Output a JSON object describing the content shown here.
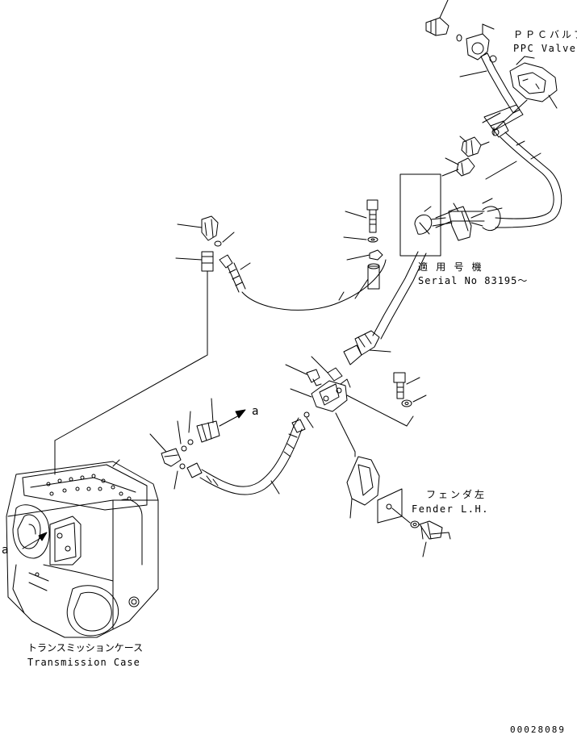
{
  "labels": {
    "ppc_valve_jp": "ＰＰＣバルブ",
    "ppc_valve_en": "PPC Valve",
    "serial_jp": "適 用 号 機",
    "serial_en": "Serial No 83195～",
    "fender_jp": "フェンダ左",
    "fender_en": "Fender L.H.",
    "trans_case_jp": "トランスミッションケース",
    "trans_case_en": "Transmission Case",
    "ref_a_upper": "a",
    "ref_a_lower": "a",
    "drawing_number": "00028089"
  }
}
